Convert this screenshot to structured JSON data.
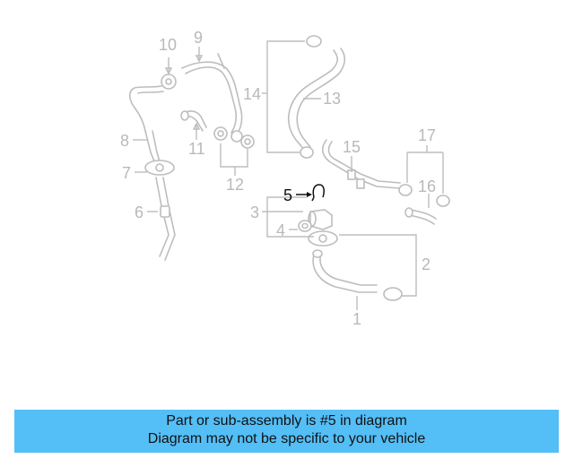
{
  "callouts": {
    "c1": "1",
    "c2": "2",
    "c3": "3",
    "c4": "4",
    "c5": "5",
    "c6": "6",
    "c7": "7",
    "c8": "8",
    "c9": "9",
    "c10": "10",
    "c11": "11",
    "c12": "12",
    "c13": "13",
    "c14": "14",
    "c15": "15",
    "c16": "16",
    "c17": "17"
  },
  "highlighted_part": "5",
  "colors": {
    "banner": "#54bef6",
    "diagram_lines": "#bdbdbd",
    "highlight": "#111111"
  },
  "banner": {
    "line1": "Part or sub-assembly is #5 in diagram",
    "line2": "Diagram may not be specific to your vehicle"
  }
}
